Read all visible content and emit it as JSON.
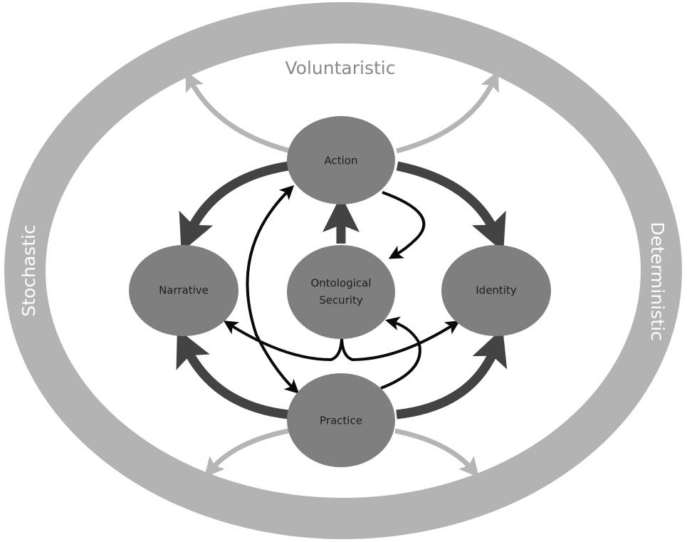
{
  "diagram": {
    "outer_ring": {
      "labels": {
        "top": "Voluntaristic",
        "left": "Stochastic",
        "right": "Deterministic"
      }
    },
    "nodes": [
      {
        "id": "action",
        "label": [
          "Action"
        ]
      },
      {
        "id": "narrative",
        "label": [
          "Narrative"
        ]
      },
      {
        "id": "ontological-security",
        "label": [
          "Ontological",
          "Security"
        ]
      },
      {
        "id": "identity",
        "label": [
          "Identity"
        ]
      },
      {
        "id": "practice",
        "label": [
          "Practice"
        ]
      }
    ],
    "edges": [
      {
        "from": "action",
        "to": "narrative",
        "style": "thick-dark"
      },
      {
        "from": "action",
        "to": "identity",
        "style": "thick-dark"
      },
      {
        "from": "practice",
        "to": "narrative",
        "style": "thick-dark"
      },
      {
        "from": "practice",
        "to": "identity",
        "style": "thick-dark"
      },
      {
        "from": "ontological-security",
        "to": "action",
        "style": "thick-dark"
      },
      {
        "from": "action",
        "to": "ontological-security",
        "style": "thin-black"
      },
      {
        "from": "practice",
        "to": "ontological-security",
        "style": "thin-black"
      },
      {
        "from": "action",
        "to": "practice",
        "style": "thin-black-bidirectional"
      },
      {
        "from": "ontological-security",
        "to": "narrative",
        "style": "thin-black"
      },
      {
        "from": "ontological-security",
        "to": "identity",
        "style": "thin-black"
      },
      {
        "from": "action",
        "to": "outer-ring-top-left",
        "style": "light-gray"
      },
      {
        "from": "action",
        "to": "outer-ring-top-right",
        "style": "light-gray"
      },
      {
        "from": "practice",
        "to": "outer-ring-bottom-left",
        "style": "light-gray"
      },
      {
        "from": "practice",
        "to": "outer-ring-bottom-right",
        "style": "light-gray"
      }
    ],
    "colors": {
      "ring": "#b3b3b3",
      "ring_text_top": "#8a8a8a",
      "ring_text_side": "#ffffff",
      "node_fill": "#7f7f7f",
      "node_text": "#1e1e1e",
      "thick_arrow": "#434343",
      "thin_arrow": "#0a0a0a",
      "light_arrow": "#b5b5b5"
    }
  }
}
